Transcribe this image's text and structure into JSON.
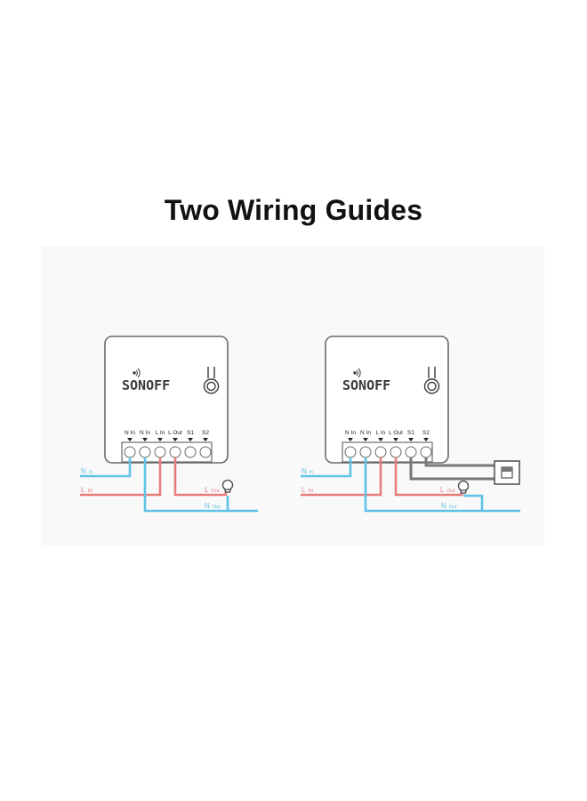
{
  "title": "Two Wiring Guides",
  "brand": "SONOFF",
  "colors": {
    "neutral": "#5fc2e6",
    "live": "#e87c7c",
    "switch_wire": "#777777",
    "device_border": "#6a6a6a",
    "background_panel": "#f9f9fa"
  },
  "guides": [
    {
      "terminals": [
        "N In",
        "N In",
        "L In",
        "L Out",
        "S1",
        "S2"
      ],
      "wires": {
        "n_in_main": "N",
        "n_in_sub": "In",
        "l_in_main": "L",
        "l_in_sub": "IN",
        "l_out_main": "L",
        "l_out_sub": "Out",
        "n_out_main": "N",
        "n_out_sub": "Out"
      },
      "icons": [
        "wifi-icon",
        "button-icon",
        "bulb-icon"
      ]
    },
    {
      "terminals": [
        "N In",
        "N In",
        "L In",
        "L Out",
        "S1",
        "S2"
      ],
      "wires": {
        "n_in_main": "N",
        "n_in_sub": "In",
        "l_in_main": "L",
        "l_in_sub": "IN",
        "l_out_main": "L",
        "l_out_sub": "Out",
        "n_out_main": "N",
        "n_out_sub": "Out"
      },
      "icons": [
        "wifi-icon",
        "button-icon",
        "bulb-icon",
        "wall-switch-icon"
      ]
    }
  ]
}
